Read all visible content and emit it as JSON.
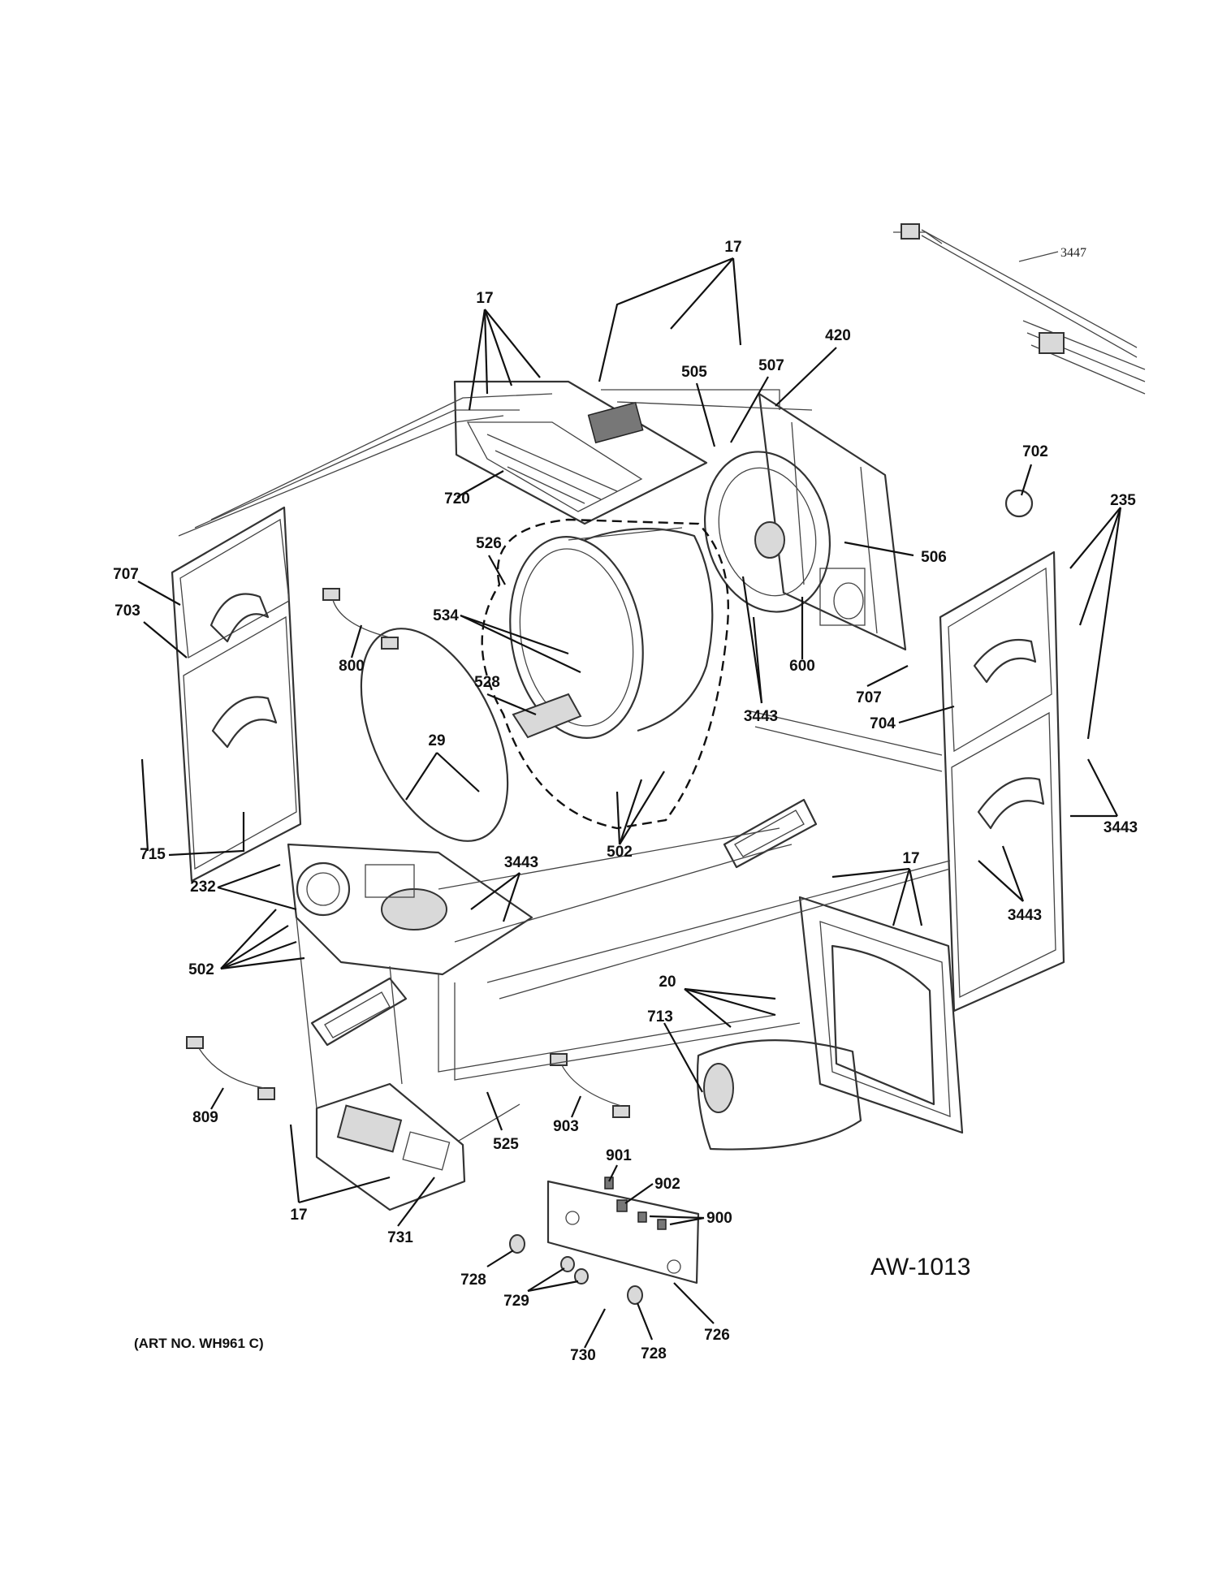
{
  "diagram_code": "AW-1013",
  "art_number": "(ART NO. WH961 C)",
  "callouts": [
    {
      "label": "17"
    },
    {
      "label": "17"
    },
    {
      "label": "3447"
    },
    {
      "label": "505"
    },
    {
      "label": "507"
    },
    {
      "label": "420"
    },
    {
      "label": "702"
    },
    {
      "label": "235"
    },
    {
      "label": "720"
    },
    {
      "label": "526"
    },
    {
      "label": "506"
    },
    {
      "label": "707"
    },
    {
      "label": "703"
    },
    {
      "label": "534"
    },
    {
      "label": "800"
    },
    {
      "label": "600"
    },
    {
      "label": "528"
    },
    {
      "label": "3443"
    },
    {
      "label": "707"
    },
    {
      "label": "704"
    },
    {
      "label": "29"
    },
    {
      "label": "3443"
    },
    {
      "label": "715"
    },
    {
      "label": "502"
    },
    {
      "label": "3443"
    },
    {
      "label": "232"
    },
    {
      "label": "17"
    },
    {
      "label": "3443"
    },
    {
      "label": "502"
    },
    {
      "label": "20"
    },
    {
      "label": "713"
    },
    {
      "label": "809"
    },
    {
      "label": "903"
    },
    {
      "label": "525"
    },
    {
      "label": "901"
    },
    {
      "label": "902"
    },
    {
      "label": "900"
    },
    {
      "label": "17"
    },
    {
      "label": "731"
    },
    {
      "label": "728"
    },
    {
      "label": "729"
    },
    {
      "label": "726"
    },
    {
      "label": "730"
    },
    {
      "label": "728"
    }
  ]
}
